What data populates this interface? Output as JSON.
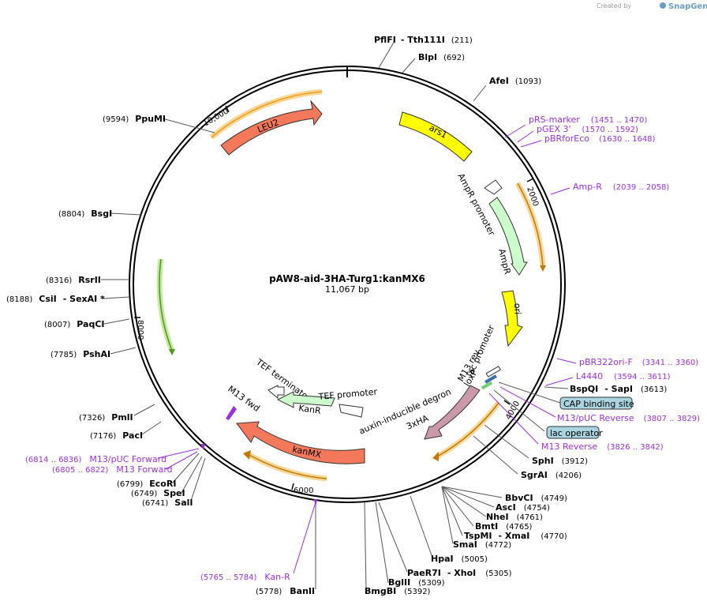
{
  "header": {
    "credit": "Created by",
    "brand": "SnapGene"
  },
  "plasmid": {
    "name": "pAW8-aid-3HA-Turg1:kanMX6",
    "length": "11,067 bp"
  },
  "ruler": {
    "ticks": [
      "2000",
      "4000",
      "6000",
      "8000",
      "10,000"
    ]
  },
  "features": {
    "leu2": "LEU2",
    "ars1": "ars1",
    "ampr_promoter": "AmpR promoter",
    "ampr": "AmpR",
    "ori": "ori",
    "lac_promoter": "lac promoter",
    "loxp": "loxP",
    "m13rev": "M13 rev",
    "aid": "auxin-inducible degron",
    "ha": "3xHA",
    "tef_term": "TEF terminator",
    "tef_prom": "TEF promoter",
    "kanr": "KanR",
    "m13fwd": "M13 fwd",
    "kanmx": "kanMX"
  },
  "sites_right": [
    {
      "name": "PflFI",
      "extra": "- Tth111I",
      "pos": "(211)"
    },
    {
      "name": "BlpI",
      "extra": "",
      "pos": "(692)"
    },
    {
      "name": "AfeI",
      "extra": "",
      "pos": "(1093)"
    }
  ],
  "primers_right": [
    {
      "name": "pRS-marker",
      "pos": "(1451 .. 1470)"
    },
    {
      "name": "pGEX 3'",
      "pos": "(1570 .. 1592)"
    },
    {
      "name": "pBRforEco",
      "pos": "(1630 .. 1648)"
    },
    {
      "name": "Amp-R",
      "pos": "(2039 .. 2058)"
    },
    {
      "name": "pBR322ori-F",
      "pos": "(3341 .. 3360)"
    },
    {
      "name": "L4440",
      "pos": "(3594 .. 3611)"
    }
  ],
  "bspqi": {
    "name": "BspQI",
    "extra": "- SapI",
    "pos": "(3613)"
  },
  "boxes": {
    "cap": "CAP binding site",
    "lac_op": "lac operator"
  },
  "primers_right2": [
    {
      "name": "M13/pUC Reverse",
      "pos": "(3807 .. 3829)"
    },
    {
      "name": "M13 Reverse",
      "pos": "(3826 .. 3842)"
    }
  ],
  "sites_right2": [
    {
      "name": "SphI",
      "pos": "(3912)"
    },
    {
      "name": "SgrAI",
      "pos": "(4206)"
    }
  ],
  "sites_bottom": [
    {
      "name": "BbvCI",
      "extra": "",
      "pos": "(4749)"
    },
    {
      "name": "AscI",
      "extra": "",
      "pos": "(4754)"
    },
    {
      "name": "NheI",
      "extra": "",
      "pos": "(4761)"
    },
    {
      "name": "BmtI",
      "extra": "",
      "pos": "(4765)"
    },
    {
      "name": "TspMI",
      "extra": "- XmaI",
      "pos": "(4770)"
    },
    {
      "name": "SmaI",
      "extra": "",
      "pos": "(4772)"
    },
    {
      "name": "HpaI",
      "extra": "",
      "pos": "(5005)"
    },
    {
      "name": "PaeR7I",
      "extra": "- XhoI",
      "pos": "(5305)"
    },
    {
      "name": "BglII",
      "extra": "",
      "pos": "(5309)"
    },
    {
      "name": "BmgBI",
      "extra": "",
      "pos": "(5392)"
    }
  ],
  "banii": {
    "name": "BanII",
    "pos": "(5778)"
  },
  "kanr_primer": {
    "name": "Kan-R",
    "pos": "(5765 .. 5784)"
  },
  "sites_left": [
    {
      "name": "PpuMI",
      "extra": "",
      "pos": "(9594)"
    },
    {
      "name": "BsgI",
      "extra": "",
      "pos": "(8804)"
    },
    {
      "name": "RsrII",
      "extra": "",
      "pos": "(8316)"
    },
    {
      "name": "CsiI",
      "extra": "- SexAI *",
      "pos": "(8188)"
    },
    {
      "name": "PaqCI",
      "extra": "",
      "pos": "(8007)"
    },
    {
      "name": "PshAI",
      "extra": "",
      "pos": "(7785)"
    },
    {
      "name": "PmlI",
      "extra": "",
      "pos": "(7326)"
    },
    {
      "name": "PacI",
      "extra": "",
      "pos": "(7176)"
    }
  ],
  "primers_left": [
    {
      "name": "M13/pUC Forward",
      "pos": "(6814 .. 6836)"
    },
    {
      "name": "M13 Forward",
      "pos": "(6805 .. 6822)"
    }
  ],
  "sites_left2": [
    {
      "name": "EcoRI",
      "pos": "(6799)"
    },
    {
      "name": "SpeI",
      "pos": "(6749)"
    },
    {
      "name": "SalI",
      "pos": "(6741)"
    }
  ],
  "colors": {
    "leu2": "#f4785a",
    "ars1": "#ffff00",
    "ampr": "#ccffcc",
    "ori": "#ffff00",
    "aid": "#cc99aa",
    "kanmx": "#f4785a",
    "kanr": "#ccffcc",
    "primer": "#9b30d9",
    "misc_box": "#a9d4e0"
  }
}
